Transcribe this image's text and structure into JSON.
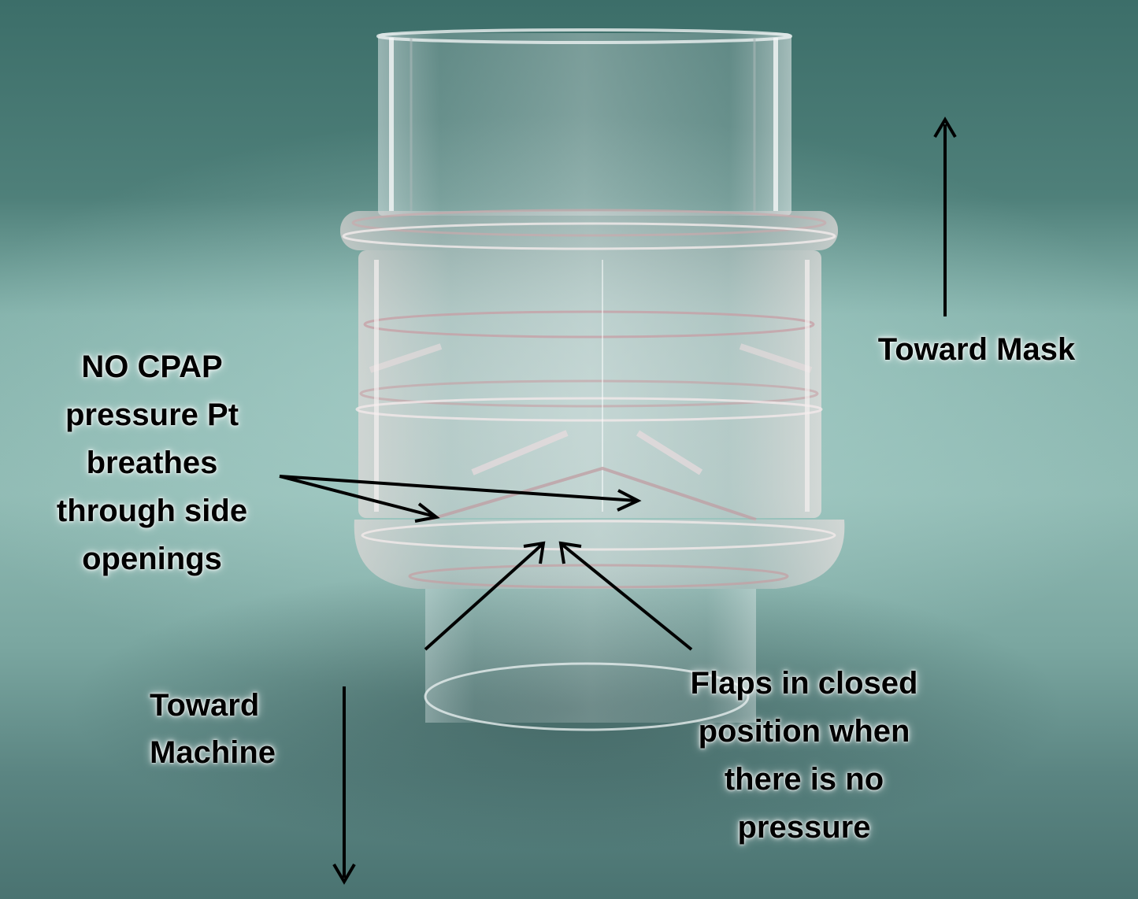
{
  "labels": {
    "no_cpap": [
      "NO CPAP",
      "pressure Pt",
      "breathes",
      "through side",
      "openings"
    ],
    "toward_mask": "Toward Mask",
    "toward_machine": [
      "Toward",
      "Machine"
    ],
    "flaps": [
      "Flaps in closed",
      "position when",
      "there is no",
      "pressure"
    ]
  },
  "colors": {
    "background": "#7aa6a0",
    "text": "#000000",
    "arrow": "#000000"
  },
  "icons": [
    "up-arrow-icon",
    "down-arrow-icon",
    "pointer-arrow-icon"
  ]
}
